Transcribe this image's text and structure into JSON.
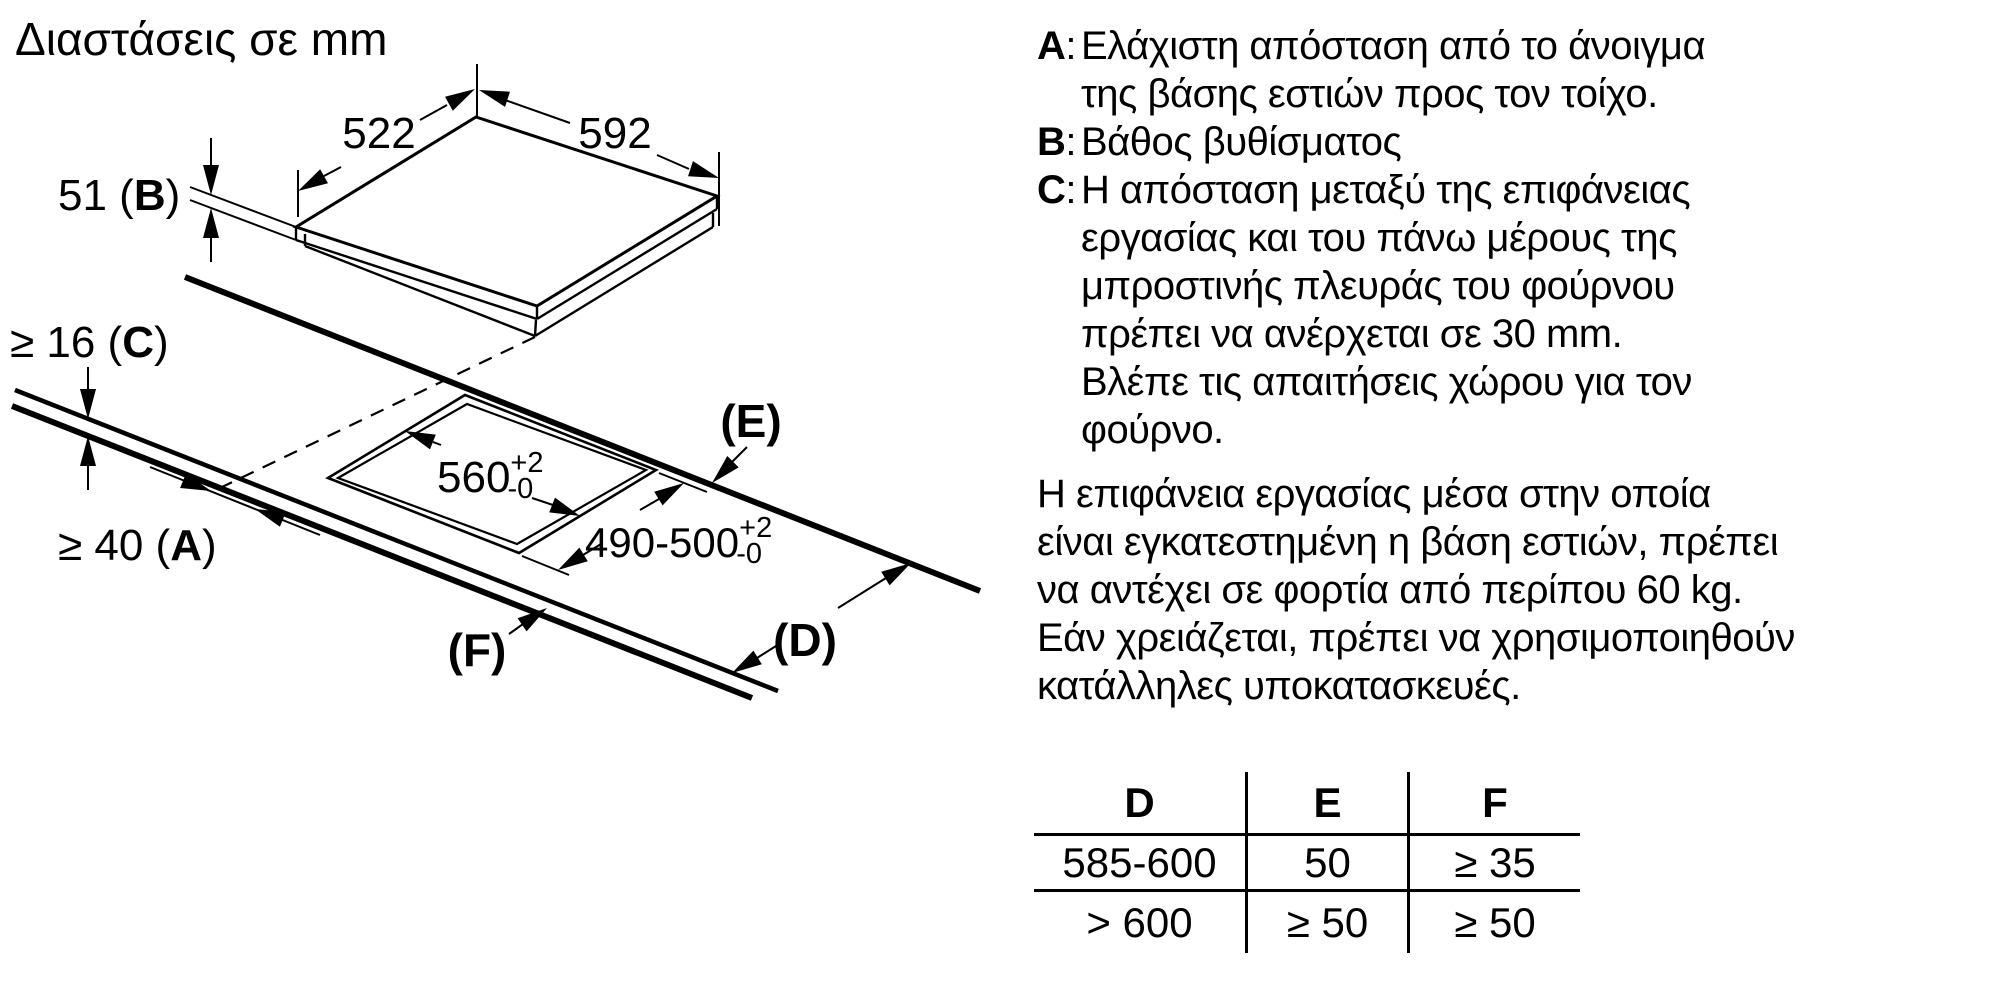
{
  "title": "Διαστάσεις σε mm",
  "diagram": {
    "hob": {
      "width_label": "592",
      "depth_label": "522",
      "height": {
        "prefix": "51 (",
        "letter": "B",
        "suffix": ")"
      }
    },
    "worktop": {
      "thickness": {
        "prefix": "≥ 16 (",
        "letter": "C",
        "suffix": ")"
      },
      "wall_clearance": {
        "prefix": "≥ 40 (",
        "letter": "A",
        "suffix": ")"
      }
    },
    "cutout": {
      "width": {
        "value": "560",
        "tol_plus": "+2",
        "tol_minus": "-0"
      },
      "depth": {
        "value": "490-500",
        "tol_plus": "+2",
        "tol_minus": "-0"
      }
    },
    "ref_labels": {
      "d": "(D)",
      "e": "(E)",
      "f": "(F)"
    }
  },
  "legend": {
    "separator": ":",
    "items": [
      {
        "letter": "A",
        "text": "Ελάχιστη απόσταση από το άνοιγμα\nτης βάσης εστιών προς τον τοίχο."
      },
      {
        "letter": "B",
        "text": "Βάθος βυθίσματος"
      },
      {
        "letter": "C",
        "text": "Η απόσταση μεταξύ της επιφάνειας\nεργασίας και του πάνω μέρους της\nμπροστινής πλευράς του φούρνου\nπρέπει να ανέρχεται σε 30 mm.\nΒλέπε τις απαιτήσεις χώρου για τον\nφούρνο."
      }
    ],
    "paragraph": "Η επιφάνεια εργασίας μέσα στην οποία\nείναι εγκατεστημένη η βάση εστιών, πρέπει\nνα αντέχει σε φορτία από περίπου 60 kg.\nΕάν χρειάζεται, πρέπει να χρησιμοποιηθούν\nκατάλληλες υποκατασκευές."
  },
  "table": {
    "headers": [
      "D",
      "E",
      "F"
    ],
    "rows": [
      [
        "585-600",
        "50",
        "≥ 35"
      ],
      [
        "> 600",
        "≥ 50",
        "≥ 50"
      ]
    ]
  },
  "colors": {
    "ink": "#000000",
    "background": "#ffffff"
  }
}
